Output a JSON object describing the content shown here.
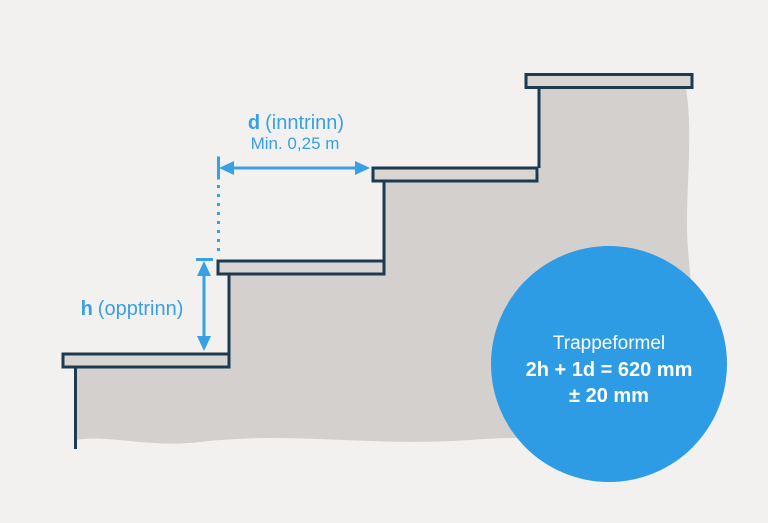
{
  "dimension_labels": {
    "tread_depth": {
      "symbol": "d",
      "label": "(inntrinn)",
      "note": "Min. 0,25 m"
    },
    "riser_height": {
      "symbol": "h",
      "label": "(opptrinn)"
    }
  },
  "formula_badge": {
    "title": "Trappeformel",
    "formula": "2h + 1d = 620 mm",
    "tolerance": "± 20 mm"
  },
  "colors": {
    "accent_blue": "#38a0e4",
    "badge_blue": "#2e9ce4",
    "outline_dark": "#1c3b50",
    "step_fill": "#d8d5d2",
    "ground_fill": "#d3d0cd",
    "background": "#f2f1ef",
    "badge_text": "#ffffff"
  }
}
